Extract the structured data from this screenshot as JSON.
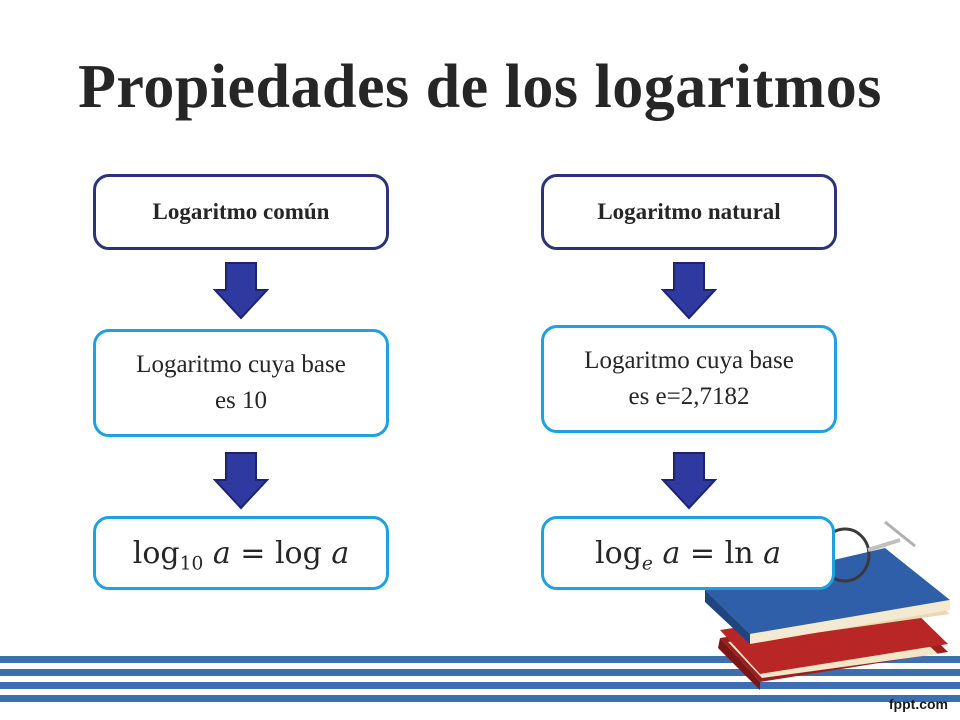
{
  "title": "Propiedades de los logaritmos",
  "left": {
    "heading": "Logaritmo común",
    "description_line1": "Logaritmo cuya base",
    "description_line2": "es 10",
    "formula": {
      "lhs_func": "log",
      "lhs_base": "10",
      "lhs_var": "a",
      "eq": "=",
      "rhs_func": "log",
      "rhs_var": "a"
    }
  },
  "right": {
    "heading": "Logaritmo natural",
    "description_line1": "Logaritmo cuya base",
    "description_line2": "es e=2,7182",
    "formula": {
      "lhs_func": "log",
      "lhs_base": "e",
      "lhs_var": "a",
      "eq": "=",
      "rhs_func": "ln",
      "rhs_var": "a"
    }
  },
  "brand": "fppt.com",
  "colors": {
    "heading_border": "#2b3478",
    "box_border": "#1fa0e0",
    "arrow_fill": "#2e3aa0",
    "stripe": "#3b6fb0"
  }
}
